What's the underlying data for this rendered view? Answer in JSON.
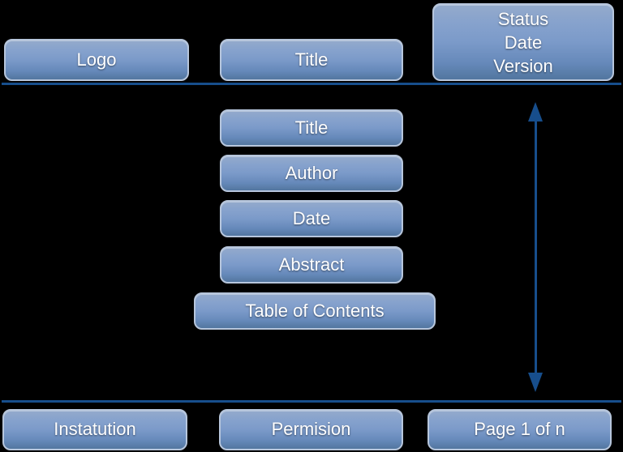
{
  "diagram": {
    "description": "Document page layout template diagram",
    "colors": {
      "background": "#000000",
      "rule_and_arrow": "#174e8c",
      "box_border": "#b7c6dc",
      "box_gradient_top": "#94aacb",
      "box_gradient_bottom": "#52769f",
      "label_text": "#ffffff"
    },
    "header": {
      "logo_label": "Logo",
      "title_label": "Title",
      "status_box_lines": [
        "Status",
        "Date",
        "Version"
      ]
    },
    "front_matter": {
      "items": [
        "Title",
        "Author",
        "Date",
        "Abstract",
        "Table of Contents"
      ]
    },
    "footer": {
      "institution_label": "Instatution",
      "permission_label": "Permision",
      "page_label": "Page 1 of n"
    },
    "arrow": {
      "meaning": "vertical-double-headed-arrow"
    }
  }
}
